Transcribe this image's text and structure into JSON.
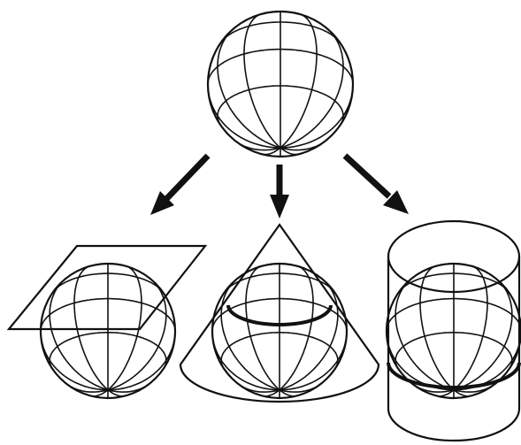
{
  "diagram": {
    "type": "map-projection-illustration",
    "panels": [
      {
        "name": "globe",
        "shape": "sphere"
      },
      {
        "name": "planar-projection",
        "surface": "plane"
      },
      {
        "name": "conic-projection",
        "surface": "cone"
      },
      {
        "name": "cylindrical-projection",
        "surface": "cylinder"
      }
    ],
    "colors": {
      "stroke": "#111111",
      "background": "#ffffff"
    }
  }
}
